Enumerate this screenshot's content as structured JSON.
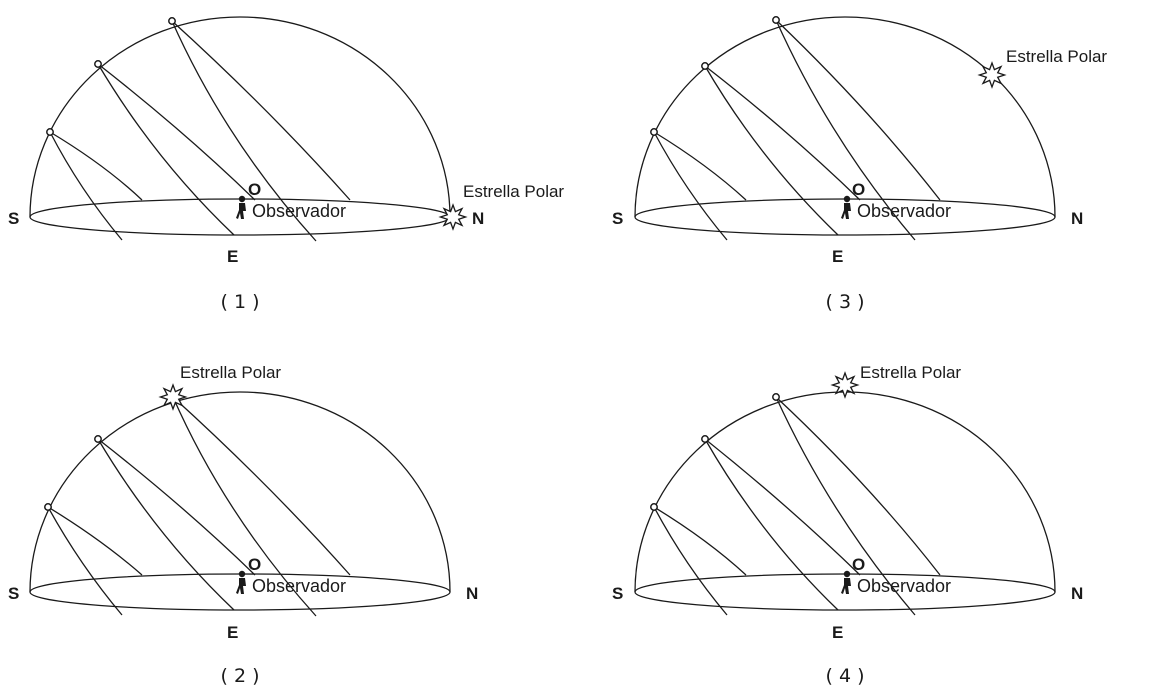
{
  "colors": {
    "ink": "#1a1a1a",
    "background": "#ffffff"
  },
  "labels": {
    "south": "S",
    "north": "N",
    "east": "E",
    "west": "O",
    "observer": "Observador",
    "polar_star": "Estrella Polar"
  },
  "panels": [
    {
      "caption": "( 1 )"
    },
    {
      "caption": "( 2 )"
    },
    {
      "caption": "( 3 )"
    },
    {
      "caption": "( 4 )"
    }
  ]
}
